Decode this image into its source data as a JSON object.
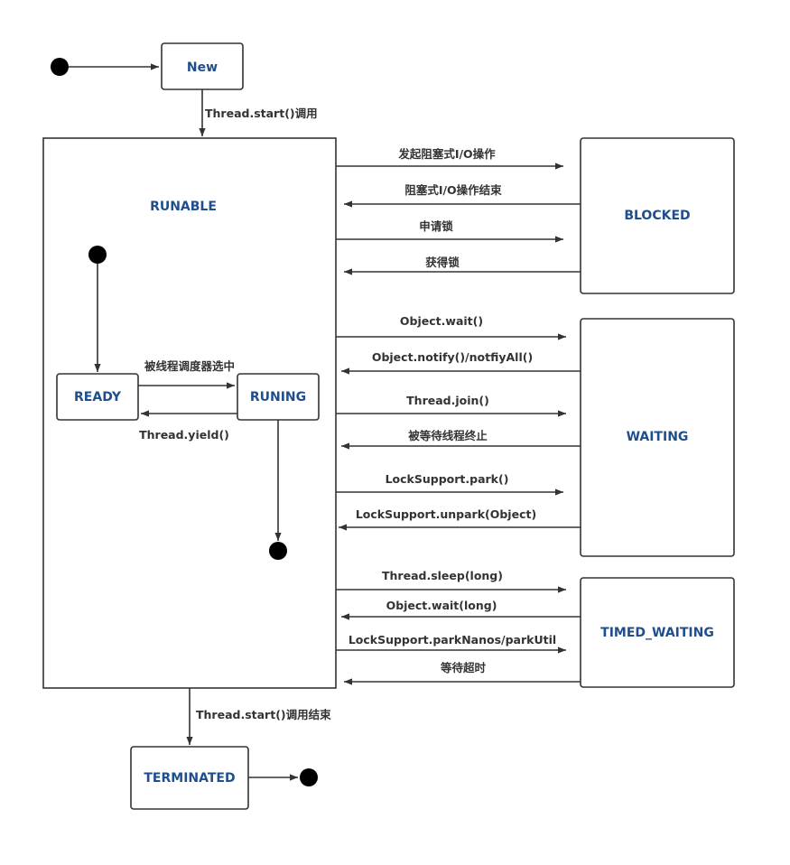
{
  "states": {
    "new": "New",
    "runable": "RUNABLE",
    "ready": "READY",
    "runing": "RUNING",
    "blocked": "BLOCKED",
    "waiting": "WAITING",
    "timed_waiting": "TIMED_WAITING",
    "terminated": "TERMINATED"
  },
  "transitions": {
    "start": "Thread.start()调用",
    "start_end": "Thread.start()调用结束",
    "selected": "被线程调度器选中",
    "yield": "Thread.yield()",
    "blocking_io": "发起阻塞式I/O操作",
    "blocking_io_end": "阻塞式I/O操作结束",
    "request_lock": "申请锁",
    "acquire_lock": "获得锁",
    "object_wait": "Object.wait()",
    "object_notify": "Object.notify()/notfiyAll()",
    "thread_join": "Thread.join()",
    "waited_thread_end": "被等待线程终止",
    "lock_park": "LockSupport.park()",
    "lock_unpark": "LockSupport.unpark(Object)",
    "thread_sleep": "Thread.sleep(long)",
    "object_wait_long": "Object.wait(long)",
    "lock_park_nanos": "LockSupport.parkNanos/parkUtil",
    "timeout": "等待超时"
  },
  "colors": {
    "state_text": "#1f4e8c",
    "line": "#333333",
    "node": "#000000"
  }
}
